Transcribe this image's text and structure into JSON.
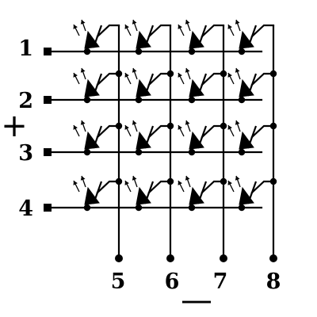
{
  "rows": [
    {
      "label": "1"
    },
    {
      "label": "2"
    },
    {
      "label": "3"
    },
    {
      "label": "4"
    }
  ],
  "columns": [
    {
      "label": "5"
    },
    {
      "label": "6"
    },
    {
      "label": "7"
    },
    {
      "label": "8"
    }
  ],
  "polarity": {
    "positive": "+",
    "negative": "—"
  }
}
